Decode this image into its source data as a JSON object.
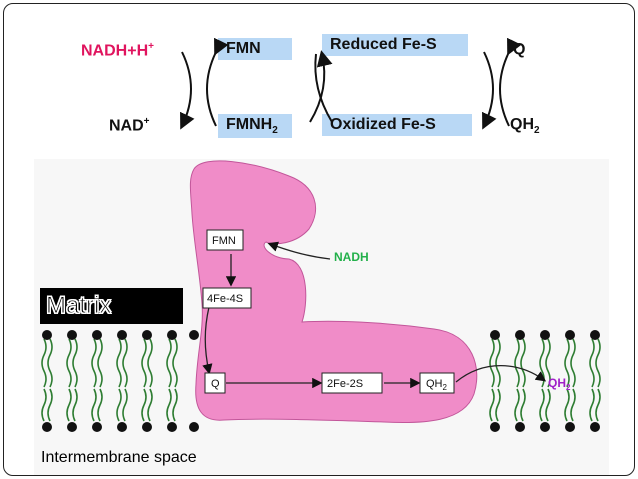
{
  "redox_chain": {
    "nadh_h": "NADH+H",
    "nadh_h_sup": "+",
    "nad": "NAD",
    "nad_sup": "+",
    "fmn": "FMN",
    "fmnh": "FMNH",
    "fmnh_sub": "2",
    "reduced_fes": "Reduced Fe-S",
    "oxidized_fes": "Oxidized Fe-S",
    "q": "Q",
    "qh": "QH",
    "qh_sub": "2"
  },
  "schematic": {
    "fmn": "FMN",
    "fe4s": "4Fe-4S",
    "q": "Q",
    "fe2s": "2Fe-2S",
    "qh": "QH",
    "qh_sub": "2",
    "nadh": "NADH",
    "qh_out": "QH",
    "qh_out_sub": "2",
    "matrix": "Matrix",
    "intermembrane": "Intermembrane space"
  },
  "colors": {
    "nadh_pink": "#e0145e",
    "box_blue": "#b9d8f5",
    "protein_pink": "#f08cc8",
    "nadh_green": "#22b04a",
    "qh2_purple": "#a020c8",
    "lipid_green": "#2e7d32"
  }
}
